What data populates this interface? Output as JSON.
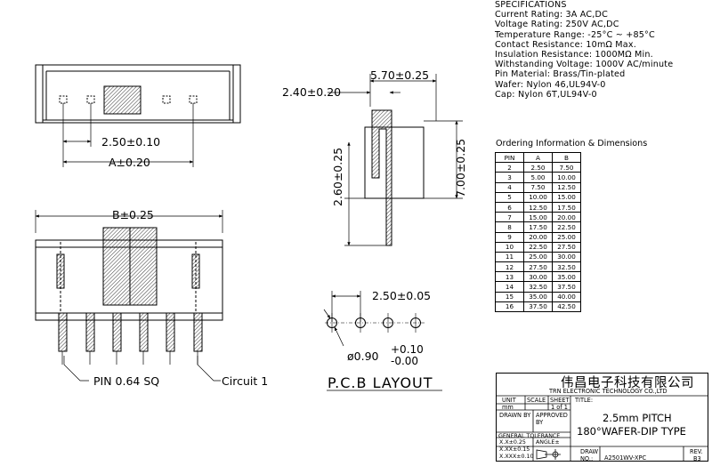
{
  "specifications": {
    "heading": "SPECIFICATIONS",
    "lines": [
      "Current Rating: 3A AC,DC",
      "Voltage Rating: 250V AC,DC",
      "Temperature Range: -25°C ~ +85°C",
      "Contact Resistance: 10mΩ Max.",
      "Insulation Resistance: 1000MΩ Min.",
      "Withstanding Voltage: 1000V AC/minute",
      "Pin Material: Brass/Tin-plated",
      "Wafer: Nylon 46,UL94V-0",
      "Cap: Nylon 6T,UL94V-0"
    ]
  },
  "ordering": {
    "title": "Ordering Information & Dimensions",
    "headers": [
      "PIN",
      "A",
      "B"
    ],
    "rows": [
      [
        "2",
        "2.50",
        "7.50"
      ],
      [
        "3",
        "5.00",
        "10.00"
      ],
      [
        "4",
        "7.50",
        "12.50"
      ],
      [
        "5",
        "10.00",
        "15.00"
      ],
      [
        "6",
        "12.50",
        "17.50"
      ],
      [
        "7",
        "15.00",
        "20.00"
      ],
      [
        "8",
        "17.50",
        "22.50"
      ],
      [
        "9",
        "20.00",
        "25.00"
      ],
      [
        "10",
        "22.50",
        "27.50"
      ],
      [
        "11",
        "25.00",
        "30.00"
      ],
      [
        "12",
        "27.50",
        "32.50"
      ],
      [
        "13",
        "30.00",
        "35.00"
      ],
      [
        "14",
        "32.50",
        "37.50"
      ],
      [
        "15",
        "35.00",
        "40.00"
      ],
      [
        "16",
        "37.50",
        "42.50"
      ]
    ]
  },
  "dimensions": {
    "pitch": "2.50±0.10",
    "dim_a": "A±0.20",
    "dim_b": "B±0.25",
    "top_width": "5.70±0.25",
    "side_offset": "2.40±0.20",
    "pin_length": "2.60±0.25",
    "height": "7.00±0.25",
    "pcb_pitch": "2.50±0.05",
    "hole_dia": "ø0.90",
    "hole_tol_plus": "+0.10",
    "hole_tol_minus": "-0.00",
    "pin_size": "PIN 0.64 SQ",
    "circuit": "Circuit 1",
    "pcb_layout": "P.C.B LAYOUT"
  },
  "title_block": {
    "company_cn": "伟昌电子科技有限公司",
    "company_en": "TRN ELECTRONIC TECHNOLOGY CO.,LTD",
    "unit_label": "UNIT",
    "scale_label": "SCALE",
    "sheet_label": "SHEET",
    "title_label": "TITLE:",
    "unit_value": "mm",
    "sheet_value": "1 of 1",
    "drawn_by": "DRAWN BY",
    "approved_by": "APPROVED BY",
    "general_tol": "GENERAL TOLERANCE",
    "tol1": "X.X±0.25",
    "tol2": "X.XX±0.15",
    "tol3": "X.XXX±0.10",
    "angle": "ANGLE±",
    "title_line1": "2.5mm PITCH",
    "title_line2": "180°WAFER-DIP TYPE",
    "draw_label": "DRAW",
    "no_label": "NO.:",
    "draw_no": "A2501WV-XPC",
    "rev_label": "REV.",
    "rev_value": "B3"
  }
}
